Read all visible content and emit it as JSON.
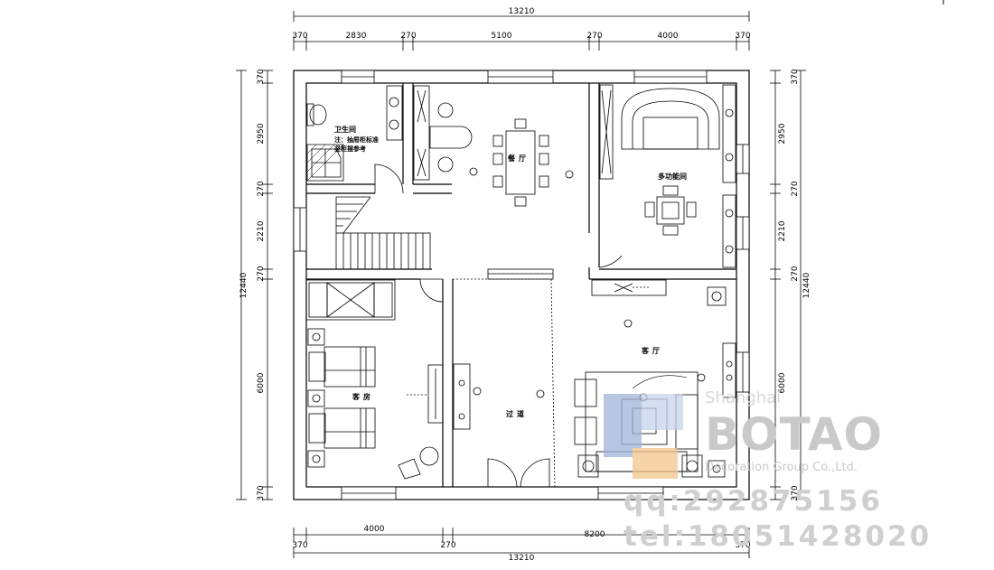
{
  "dimensions": {
    "top_total": "13210",
    "top_segments": [
      "370",
      "2830",
      "270",
      "5100",
      "270",
      "4000",
      "370"
    ],
    "bottom_total": "13210",
    "bottom_segments": [
      "370",
      "4000",
      "270",
      "8200",
      "370"
    ],
    "left_total": "12440",
    "left_segments": [
      "370",
      "2950",
      "270",
      "2210",
      "270",
      "6000",
      "370"
    ],
    "right_total": "12440",
    "right_segments": [
      "370",
      "2950",
      "270",
      "2210",
      "270",
      "6000",
      "370"
    ]
  },
  "rooms": {
    "bathroom": "卫生间",
    "bathroom_note1": "注：抽屉柜标准",
    "bathroom_note2": "竖柜摆参考",
    "dining": "餐厅",
    "multi": "多功能间",
    "guest": "客房",
    "corridor": "过道",
    "living": "客厅"
  },
  "watermark": {
    "city": "Shanghai",
    "brand": "BOTAO",
    "subtitle": "Decoration Group Co.,Ltd.",
    "qq": "qq:292875156",
    "tel": "tel:18051428020"
  },
  "colors": {
    "line": "#000000",
    "watermark": "#c9c9c9",
    "logo_blue": "#9fb3d8",
    "logo_orange": "#f1c58c"
  }
}
